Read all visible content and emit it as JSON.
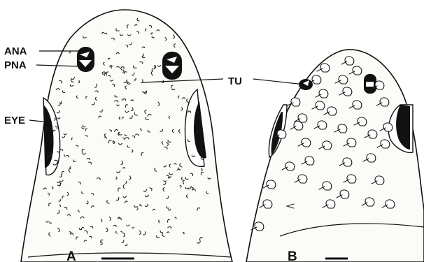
{
  "figure": {
    "labels": {
      "ana": "ANA",
      "pna": "PNA",
      "eye": "EYE",
      "tu": "TU"
    },
    "panels": {
      "a": "A",
      "b": "B"
    }
  }
}
